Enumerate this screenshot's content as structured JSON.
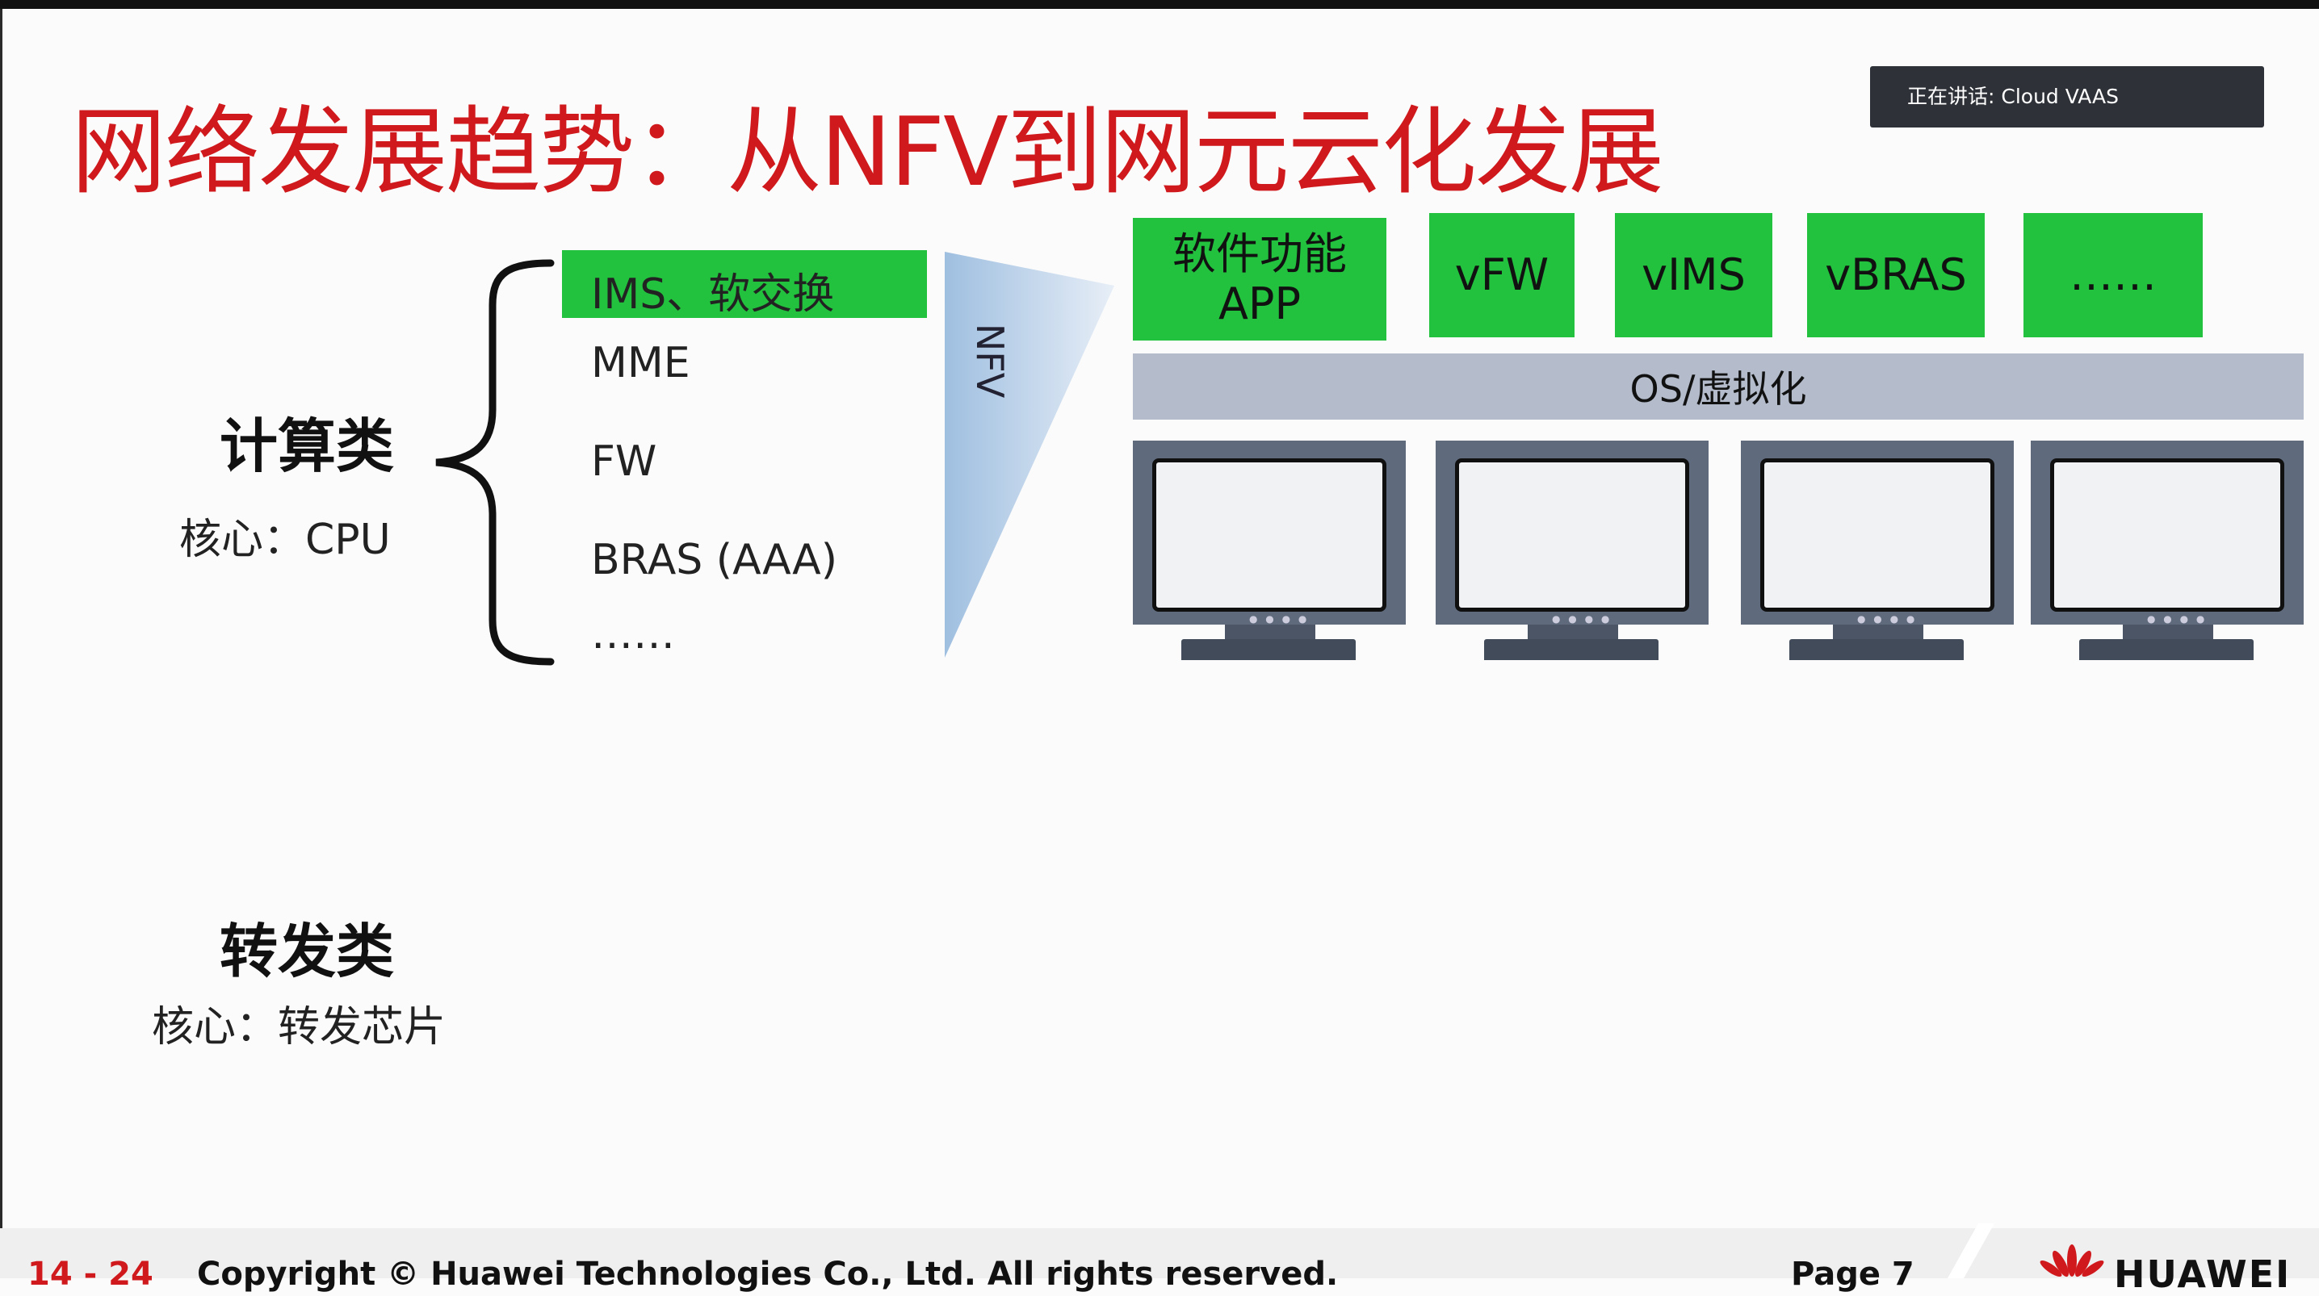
{
  "slide": {
    "title": "网络发展趋势：从NFV到网元云化发展",
    "speaking_indicator": "正在讲话: Cloud VAAS",
    "compute": {
      "title": "计算类",
      "core": "核心：CPU",
      "items": [
        "IMS、软交换",
        "MME",
        "FW",
        "BRAS (AAA)",
        "……"
      ]
    },
    "forwarding": {
      "title": "转发类",
      "core": "核心：转发芯片"
    },
    "nfv_label": "NFV",
    "apps": [
      "软件功能APP",
      "vFW",
      "vIMS",
      "vBRAS",
      "……"
    ],
    "os_layer": "OS/虚拟化",
    "footer": {
      "number": "14 - 24",
      "copyright": "Copyright © Huawei Technologies Co., Ltd. All rights reserved.",
      "page": "Page 7",
      "brand": "HUAWEI"
    }
  },
  "colors": {
    "title_red": "#d0191c",
    "app_green": "#22c23f",
    "os_bar": "#b4bccb",
    "monitor": "#5f6b7d"
  }
}
